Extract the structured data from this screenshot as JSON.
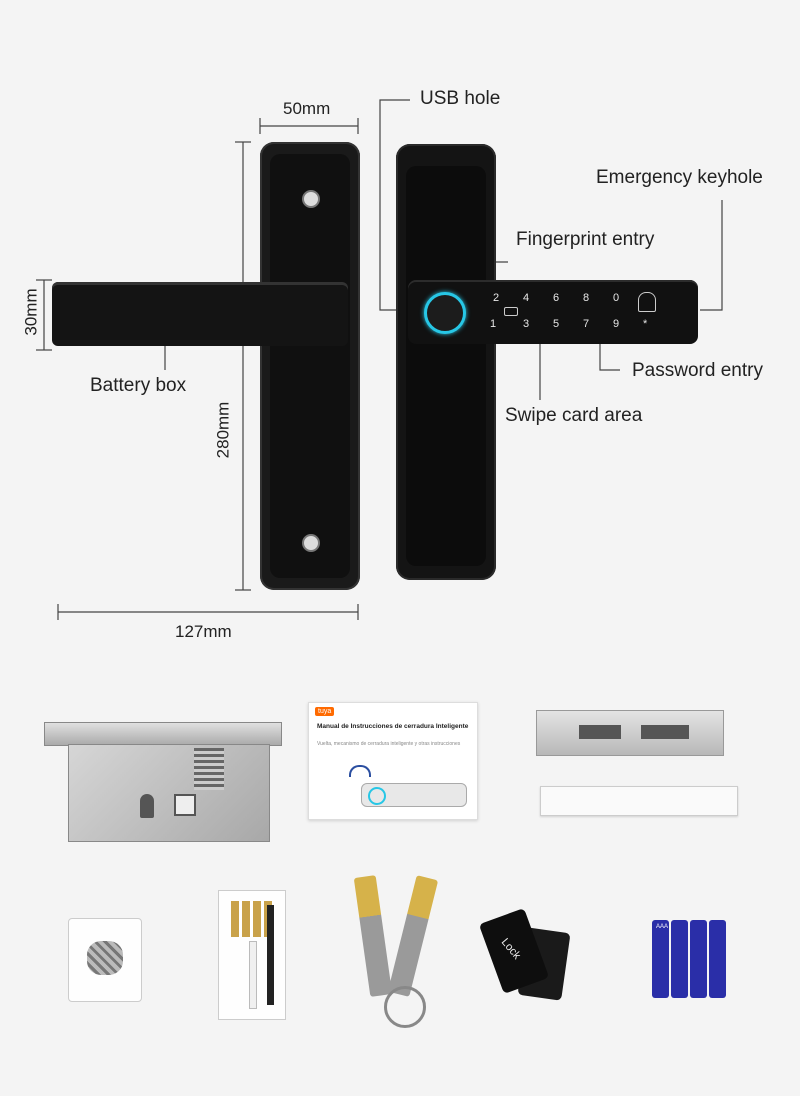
{
  "dimensions": {
    "width": "50mm",
    "height_handle": "30mm",
    "length": "280mm",
    "span": "127mm"
  },
  "callouts": {
    "usb": "USB hole",
    "emergency": "Emergency keyhole",
    "fingerprint": "Fingerprint entry",
    "battery": "Battery box",
    "password": "Password entry",
    "swipe": "Swipe card area"
  },
  "keypad": {
    "top_row": [
      "2",
      "4",
      "6",
      "8",
      "0"
    ],
    "bottom_row": [
      "1",
      "3",
      "5",
      "7",
      "9",
      "*"
    ]
  },
  "manual": {
    "brand": "tuya",
    "title": "Manual de Instrucciones de cerradura Inteligente",
    "subtitle": "Vuelta, mecanismo de cerradura inteligente y otras instrucciones"
  },
  "accessories": {
    "card_text": "Lock",
    "battery_text": "AAA"
  },
  "colors": {
    "background": "#f4f4f4",
    "lock_body": "#141414",
    "accent_ring": "#27c7e6",
    "battery_blue": "#2a2ea8"
  }
}
